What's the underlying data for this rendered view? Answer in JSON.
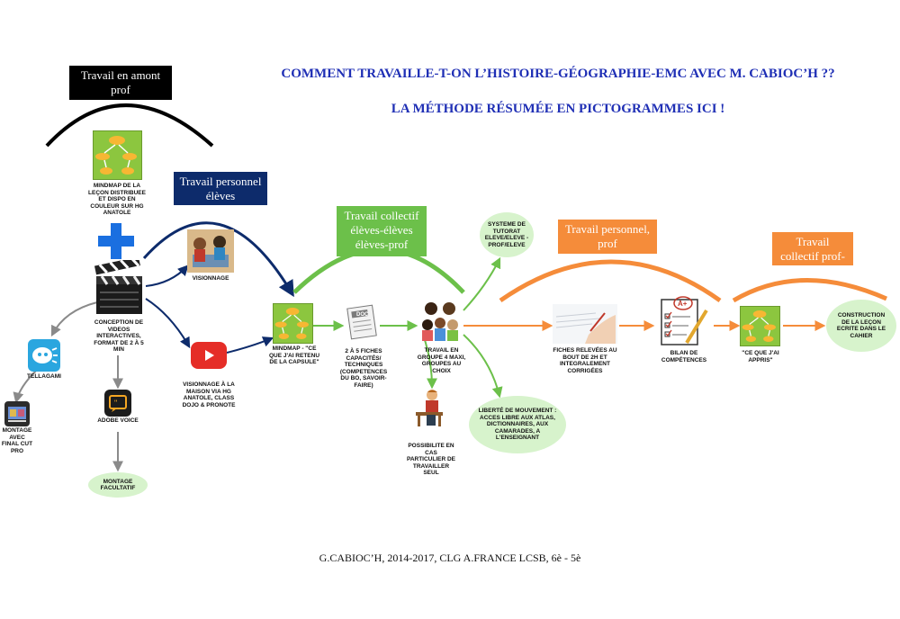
{
  "title": {
    "line1": "COMMENT TRAVAILLE-T-ON L’HISTOIRE-GÉOGRAPHIE-EMC AVEC M. CABIOC’H ??",
    "line2": "LA MÉTHODE RÉSUMÉE EN PICTOGRAMMES ICI !"
  },
  "headers": {
    "amont": "Travail en amont prof",
    "perso_eleves": "Travail personnel élèves",
    "collectif": "Travail collectif élèves-élèves élèves-prof",
    "perso_prof": "Travail personnel, prof",
    "collectif_prof": "Travail collectif prof-élèves"
  },
  "captions": {
    "mindmap_distrib": "MINDMAP DE LA LEÇON DISTRIBUEE ET DISPO EN COULEUR SUR HG ANATOLE",
    "conception": "CONCEPTION DE VIDEOS INTERACTIVES, FORMAT DE 2 À 5 MIN",
    "visionnage": "VISIONNAGE",
    "visionnage_maison": "VISIONNAGE À LA MAISON VIA HG ANATOLE, CLASS DOJO & PRONOTE",
    "telagami": "TELLAGAMI",
    "montage_final": "MONTAGE AVEC FINAL CUT PRO",
    "adobe_voice": "ADOBE VOICE",
    "montage_facultatif": "MONTAGE FACULTATIF",
    "mindmap_retenu": "MINDMAP - \"CE QUE J'AI RETENU DE LA CAPSULE\"",
    "fiches": "2 À 5 FICHES CAPACITÉS/ TECHNIQUES (COMPETENCES DU BO, SAVOIR-FAIRE)",
    "groupe": "TRAVAIL EN GROUPE 4 MAXI, GROUPES AU CHOIX",
    "seul": "POSSIBILITE EN CAS PARTICULIER DE TRAVAILLER SEUL",
    "tutorat": "SYSTEME DE TUTORAT ELEVE/ELEVE - PROF/ELEVE",
    "liberte": "LIBERTÉ DE MOUVEMENT : ACCES LIBRE AUX ATLAS, DICTIONNAIRES, AUX CAMARADES, A L'ENSEIGNANT",
    "fiches_relevees": "FICHES RELEVÉES AU BOUT DE 2H ET INTEGRALEMENT CORRIGÉES",
    "bilan": "BILAN DE COMPÉTENCES",
    "appris": "\"CE QUE J'AI APPRIS\"",
    "construction": "CONSTRUCTION DE LA LEÇON ECRITE DANS LE CAHIER"
  },
  "icons": {
    "doc_label": "DOC",
    "grade_label": "A+"
  },
  "footer": "G.CABIOC’H, 2014-2017, CLG A.FRANCE LCSB, 6è - 5è",
  "colors": {
    "title_blue": "#1f2fb5",
    "navy": "#0d2b6b",
    "green": "#6cc04a",
    "orange": "#f58c3a",
    "oval_fill": "#d7f3cc",
    "mindmap": "#8cc63f",
    "gray_arrow": "#8a8a8a"
  }
}
